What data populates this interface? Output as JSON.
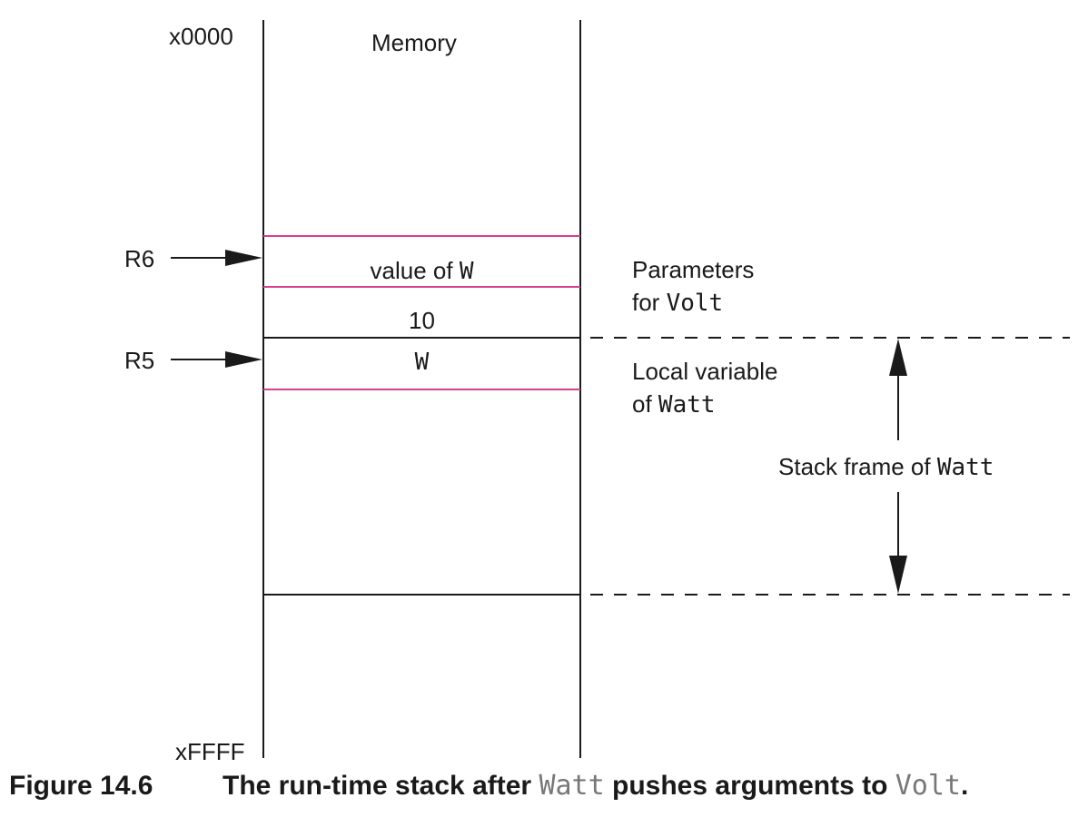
{
  "memory": {
    "heading": "Memory",
    "address_top": "x0000",
    "address_bottom": "xFFFF"
  },
  "pointers": {
    "r6": "R6",
    "r5": "R5"
  },
  "cells": {
    "value_prefix": "value of ",
    "value_var": "W",
    "ten": "10",
    "w": "W"
  },
  "annotations": {
    "parameters_line1": "Parameters",
    "parameters_line2_prefix": "for ",
    "parameters_line2_code": "Volt",
    "local_line1": "Local variable",
    "local_line2_prefix": "of ",
    "local_line2_code": "Watt",
    "frame_prefix": "Stack frame of ",
    "frame_code": "Watt"
  },
  "caption": {
    "number": "Figure 14.6",
    "text_part1": "The run-time stack after ",
    "code1": "Watt",
    "text_part2": " pushes arguments to ",
    "code2": "Volt",
    "text_part3": "."
  },
  "colors": {
    "line": "#1a1a1a",
    "highlight": "#d6408d",
    "caption_code": "#777777"
  }
}
